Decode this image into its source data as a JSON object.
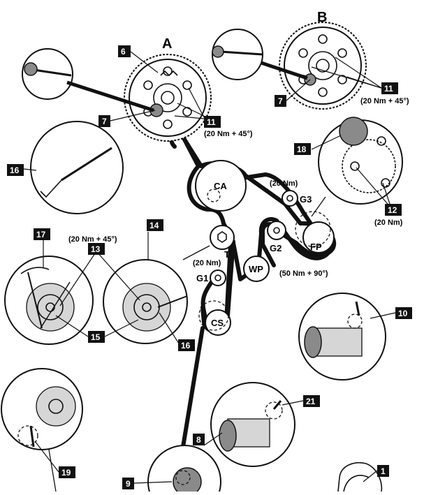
{
  "labels": {
    "sprocket_a": "A",
    "sprocket_b": "B",
    "torque_a": "(20 Nm + 45°)",
    "torque_b": "(20 Nm + 45°)",
    "torque_fp": "(20 Nm)",
    "torque_g1": "(20 Nm)",
    "torque_g3": "(20 Nm)",
    "torque_g2": "(50 Nm + 90°)",
    "torque_tensioner": "(20 Nm + 45°)",
    "pulley_ca": "CA",
    "pulley_cs": "CS",
    "pulley_fp": "FP",
    "pulley_wp": "WP",
    "pulley_g1": "G1",
    "pulley_g2": "G2",
    "pulley_g3": "G3",
    "pulley_t": "T"
  },
  "callouts": {
    "c6": "6",
    "c7a": "7",
    "c7b": "7",
    "c11a": "11",
    "c11b": "11",
    "c16a": "16",
    "c16b": "16",
    "c18": "18",
    "c12": "12",
    "c17": "17",
    "c13": "13",
    "c14": "14",
    "c15": "15",
    "c10": "10",
    "c21": "21",
    "c8": "8",
    "c19": "19",
    "c9": "9",
    "c1": "1"
  }
}
